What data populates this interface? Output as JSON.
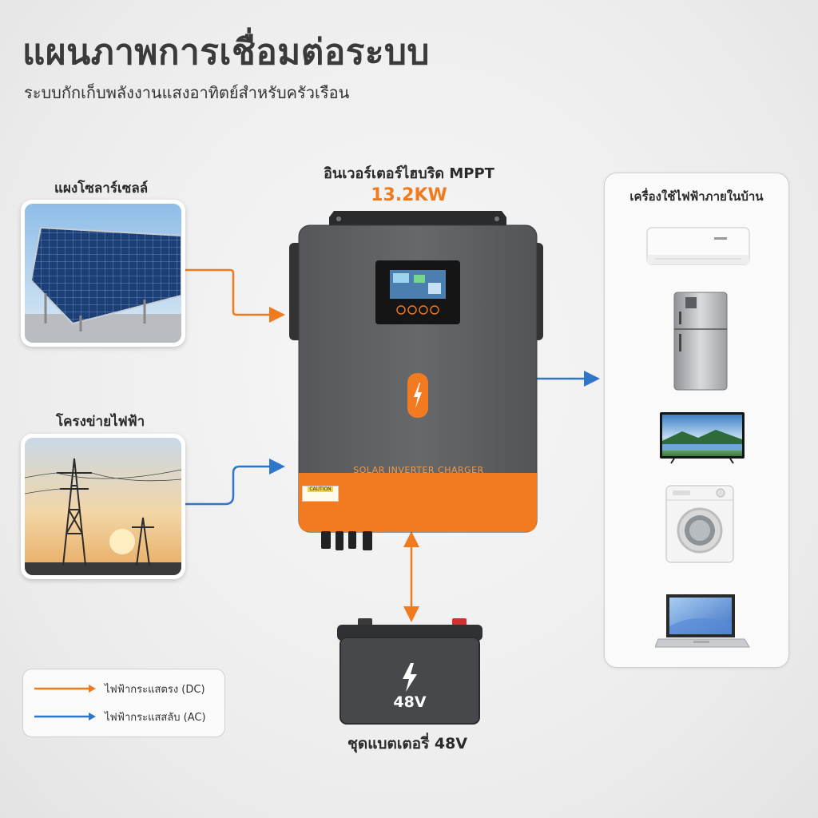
{
  "header": {
    "title": "แผนภาพการเชื่อมต่อระบบ",
    "subtitle": "ระบบกักเก็บพลังงานแสงอาทิตย์สำหรับครัวเรือน"
  },
  "sources": {
    "solar_label": "แผงโซลาร์เซลล์",
    "grid_label": "โครงข่ายไฟฟ้า"
  },
  "inverter": {
    "title": "อินเวอร์เตอร์ไฮบริด MPPT",
    "power": "13.2KW",
    "panel_text": "SOLAR INVERTER CHARGER",
    "caution_text": "CAUTION"
  },
  "appliances": {
    "title": "เครื่องใช้ไฟฟ้าภายในบ้าน",
    "items": [
      {
        "icon": "air-conditioner-icon"
      },
      {
        "icon": "refrigerator-icon"
      },
      {
        "icon": "television-icon"
      },
      {
        "icon": "washing-machine-icon"
      },
      {
        "icon": "laptop-icon"
      }
    ]
  },
  "battery": {
    "face_text": "48V",
    "label": "ชุดแบตเตอรี่ 48V"
  },
  "legend": {
    "dc_label": "ไฟฟ้ากระแสตรง (DC)",
    "ac_label": "ไฟฟ้ากระแสสลับ (AC)"
  },
  "colors": {
    "dc": "#f07a1e",
    "ac": "#2f75c9",
    "inverter_body": "#5c5e61",
    "accent_orange": "#f27b22"
  }
}
